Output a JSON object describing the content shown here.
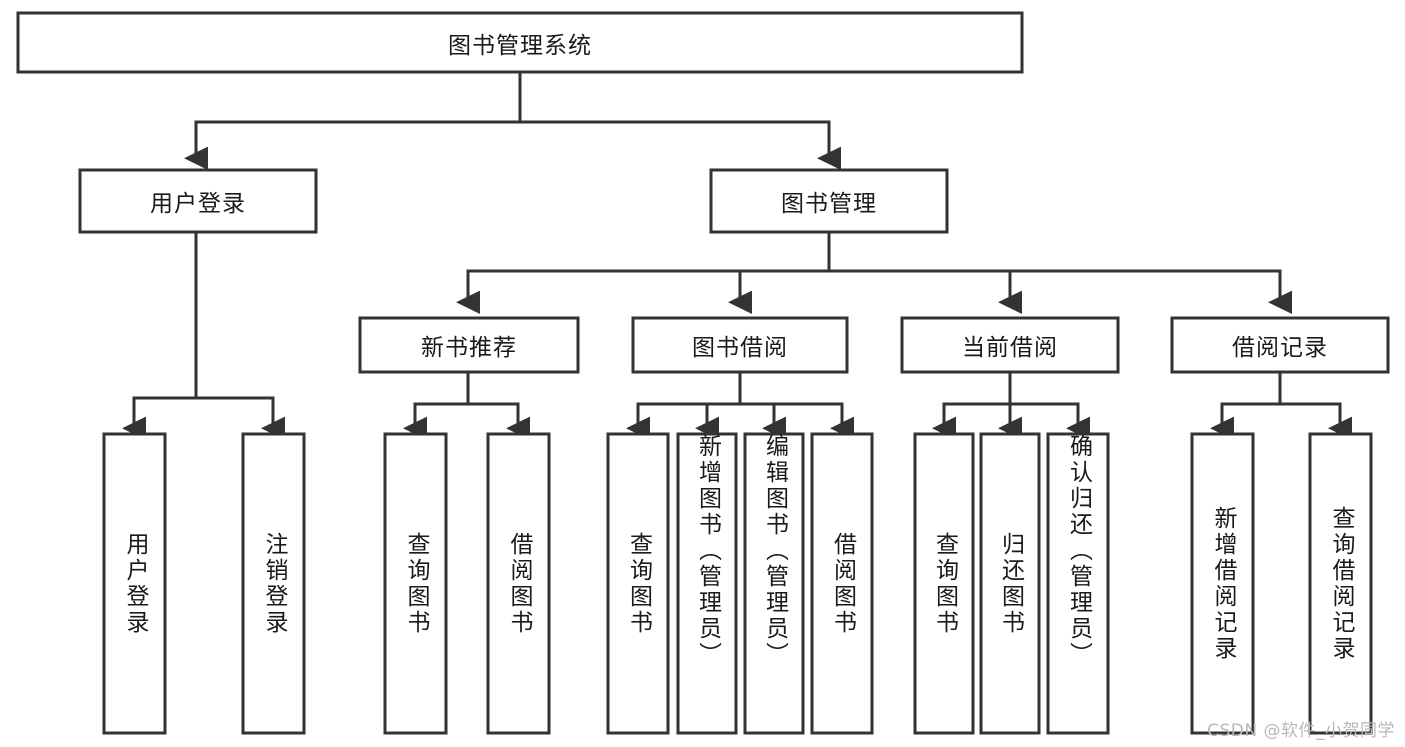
{
  "diagram": {
    "type": "hierarchy-tree",
    "title": "图书管理系统",
    "watermark": "CSDN @软件_小贺同学",
    "root": {
      "label": "图书管理系统",
      "orientation": "horizontal"
    },
    "level2": [
      {
        "label": "用户登录",
        "orientation": "horizontal"
      },
      {
        "label": "图书管理",
        "orientation": "horizontal"
      }
    ],
    "level3": [
      {
        "label": "新书推荐",
        "orientation": "horizontal",
        "parent": "图书管理"
      },
      {
        "label": "图书借阅",
        "orientation": "horizontal",
        "parent": "图书管理"
      },
      {
        "label": "当前借阅",
        "orientation": "horizontal",
        "parent": "图书管理"
      },
      {
        "label": "借阅记录",
        "orientation": "horizontal",
        "parent": "图书管理"
      }
    ],
    "leaves": {
      "user_login": [
        {
          "label": "用户登录",
          "orientation": "vertical"
        },
        {
          "label": "注销登录",
          "orientation": "vertical"
        }
      ],
      "new_book_recommend": [
        {
          "label": "查询图书",
          "orientation": "vertical"
        },
        {
          "label": "借阅图书",
          "orientation": "vertical"
        }
      ],
      "book_borrow": [
        {
          "label": "查询图书",
          "orientation": "vertical"
        },
        {
          "label": "新增图书（管理员）",
          "orientation": "vertical"
        },
        {
          "label": "编辑图书（管理员）",
          "orientation": "vertical"
        },
        {
          "label": "借阅图书",
          "orientation": "vertical"
        }
      ],
      "current_borrow": [
        {
          "label": "查询图书",
          "orientation": "vertical"
        },
        {
          "label": "归还图书",
          "orientation": "vertical"
        },
        {
          "label": "确认归还（管理员）",
          "orientation": "vertical"
        }
      ],
      "borrow_record": [
        {
          "label": "新增借阅记录",
          "orientation": "vertical"
        },
        {
          "label": "查询借阅记录",
          "orientation": "vertical"
        }
      ]
    },
    "colors": {
      "stroke": "#333333",
      "fill": "#ffffff",
      "text": "#1a1a1a",
      "watermark": "#b9b9b9"
    }
  }
}
